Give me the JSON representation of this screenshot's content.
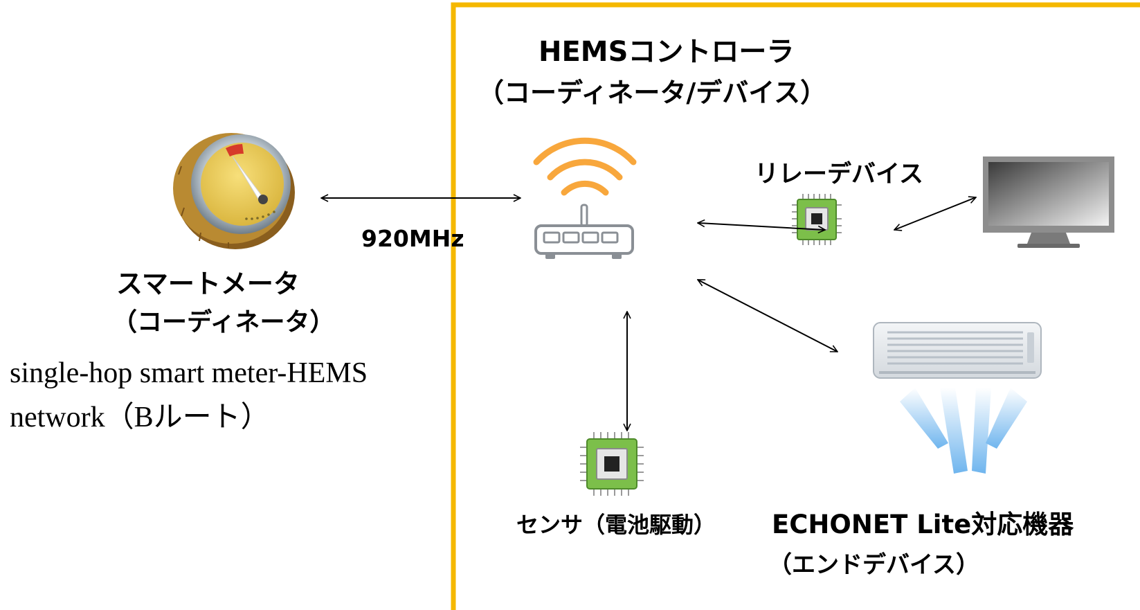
{
  "colors": {
    "boundary": "#f5b800",
    "wifi": "#f8a73c",
    "chip_green": "#7cbf4a",
    "meter_gold": "#d9b23a",
    "airflow_blue": "#6fb5ee",
    "arrow": "#000000"
  },
  "icons": {
    "smart_meter": "gauge-meter-icon",
    "hems_router": "wifi-router-icon",
    "relay_device": "microchip-icon",
    "sensor": "microchip-icon",
    "tv": "television-icon",
    "air_conditioner": "air-conditioner-icon"
  },
  "labels": {
    "hems_title": "HEMSコントローラ",
    "hems_subtitle": "（コーディネータ/デバイス）",
    "relay": "リレーデバイス",
    "frequency": "920MHz",
    "meter_title": "スマートメータ",
    "meter_subtitle": "（コーディネータ）",
    "network_line1": "single-hop smart meter-HEMS",
    "network_line2": "network（Bルート）",
    "sensor": "センサ（電池駆動）",
    "echonet_title": "ECHONET Lite対応機器",
    "echonet_subtitle": "（エンドデバイス）"
  }
}
